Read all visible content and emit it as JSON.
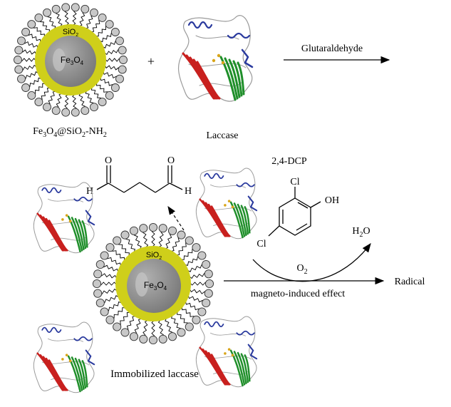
{
  "colors": {
    "shell": "#cfcf1a",
    "core": "#8f8f8f",
    "bead": "#c8c8c8",
    "protein_blue": "#2a3a9e",
    "protein_red": "#c8201e",
    "protein_green": "#1f8f2a",
    "protein_grey": "#9a9a9a"
  },
  "top_particle": {
    "shell_label": "SiO",
    "shell_sub": "2",
    "core_label": "Fe",
    "core_sub1": "3",
    "core_mid": "O",
    "core_sub2": "4",
    "caption_pre": "Fe",
    "caption_s1": "3",
    "caption_mid": "O",
    "caption_s2": "4",
    "caption_at": "@SiO",
    "caption_s3": "2",
    "caption_post": "-NH",
    "caption_s4": "2"
  },
  "plus": "+",
  "laccase_caption": "Laccase",
  "step1_reagent": "Glutaraldehyde",
  "glutaraldehyde": {
    "o_left": "O",
    "o_right": "O",
    "h_left": "H",
    "h_right": "H"
  },
  "substrate": {
    "name": "2,4-DCP",
    "cl_top": "Cl",
    "oh": "OH",
    "cl_bottom": "Cl"
  },
  "bottom_particle": {
    "shell_label": "SiO",
    "shell_sub": "2",
    "core_label": "Fe",
    "core_sub1": "3",
    "core_mid": "O",
    "core_sub2": "4"
  },
  "products": {
    "water_h": "H",
    "water_sub": "2",
    "water_o": "O",
    "oxygen": "O",
    "oxygen_sub": "2",
    "radical": "Radical"
  },
  "effect_label": "magneto-induced effect",
  "immobilized_caption": "Immobilized laccase"
}
